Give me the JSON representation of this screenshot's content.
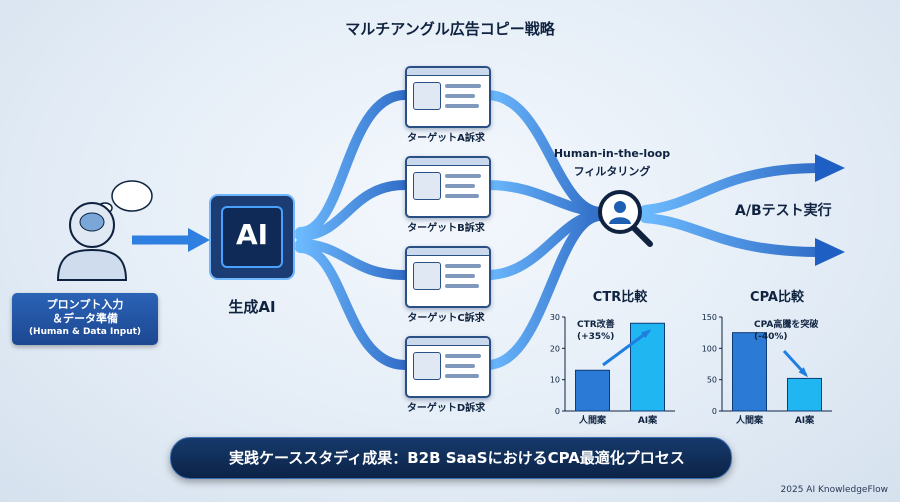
{
  "title": "マルチアングル広告コピー戦略",
  "input": {
    "line1": "プロンプト入力",
    "line2": "＆データ準備",
    "line3": "(Human & Data Input)"
  },
  "ai": {
    "chip_text": "AI",
    "label": "生成AI"
  },
  "targets": [
    "ターゲットA訴求",
    "ターゲットB訴求",
    "ターゲットC訴求",
    "ターゲットD訴求"
  ],
  "filter": {
    "line1": "Human-in-the-loop",
    "line2": "フィルタリング"
  },
  "abtest": "A/Bテスト実行",
  "banner": "実践ケーススタディ成果：B2B SaaSにおけるCPA最適化プロセス",
  "footer": "2025 AI KnowledgeFlow",
  "colors": {
    "navy": "#0f2340",
    "accent": "#1e7fe0",
    "flow": "#2f86e8",
    "bar_light": "#2b7bd6",
    "bar_cyan": "#20b6f2"
  },
  "chart_data": [
    {
      "type": "bar",
      "title": "CTR比較",
      "categories": [
        "人間案",
        "AI案"
      ],
      "values": [
        13,
        28
      ],
      "ylim": [
        0,
        30
      ],
      "yticks": [
        0,
        10,
        20,
        30
      ],
      "annotation": {
        "line1": "CTR改善",
        "line2": "(+35%)"
      }
    },
    {
      "type": "bar",
      "title": "CPA比較",
      "categories": [
        "人間案",
        "AI案"
      ],
      "values": [
        125,
        52
      ],
      "ylim": [
        0,
        150
      ],
      "yticks": [
        0,
        50,
        100,
        150
      ],
      "annotation": {
        "line1": "CPA高騰を突破",
        "line2": "(-40%)"
      }
    }
  ]
}
